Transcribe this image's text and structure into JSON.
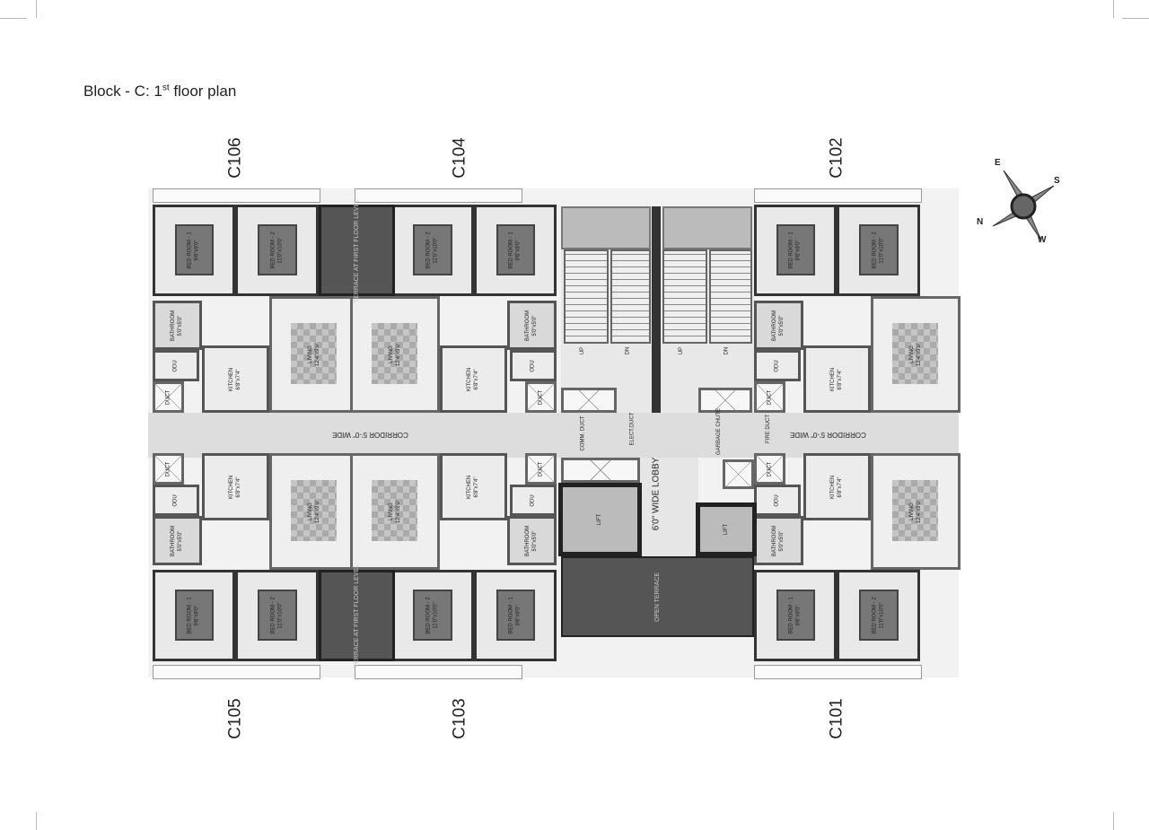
{
  "title": {
    "text": "Block - C: 1",
    "sup": "st",
    "rest": " floor plan"
  },
  "units": [
    {
      "id": "C106",
      "pos": "top",
      "flipX": false
    },
    {
      "id": "C104",
      "pos": "top",
      "flipX": true
    },
    {
      "id": "C102",
      "pos": "top",
      "flipX": false
    },
    {
      "id": "C105",
      "pos": "bottom",
      "flipX": false
    },
    {
      "id": "C103",
      "pos": "bottom",
      "flipX": true
    },
    {
      "id": "C101",
      "pos": "bottom",
      "flipX": false
    }
  ],
  "rooms": {
    "bed1": {
      "name": "BED ROOM - 1",
      "dim": "9'6\"x9'0\""
    },
    "bed2": {
      "name": "BED ROOM - 2",
      "dim": "11'0\"x10'0\""
    },
    "bath": {
      "name": "BATHROOM",
      "dim": "5'0\"x5'0\""
    },
    "odu": {
      "name": "ODU",
      "dim": ""
    },
    "duct": {
      "name": "DUCT",
      "dim": ""
    },
    "kitchen": {
      "name": "KITCHEN",
      "dim": "6'8\"x7'4\""
    },
    "living": {
      "name": "LIVING",
      "dim": "12'4\"x9'0\""
    }
  },
  "common": {
    "terrace": "TERRACE AT FIRST FLOOR LEVEL",
    "corridor": "CORRIDOR 5'-0\" WIDE",
    "lobby": "6'0\" WIDE LOBBY",
    "lift": "LIFT",
    "open_terrace": "OPEN  TERRACE",
    "comm_duct": "COMM. DUCT",
    "elect_duct": "ELECT.DUCT",
    "garbage_chute": "GARBAGE CHUTE",
    "fire_duct": "FIRE DUCT",
    "up": "UP",
    "dn": "DN"
  },
  "compass": {
    "e": "E",
    "s": "S",
    "n": "N",
    "w": "W"
  }
}
